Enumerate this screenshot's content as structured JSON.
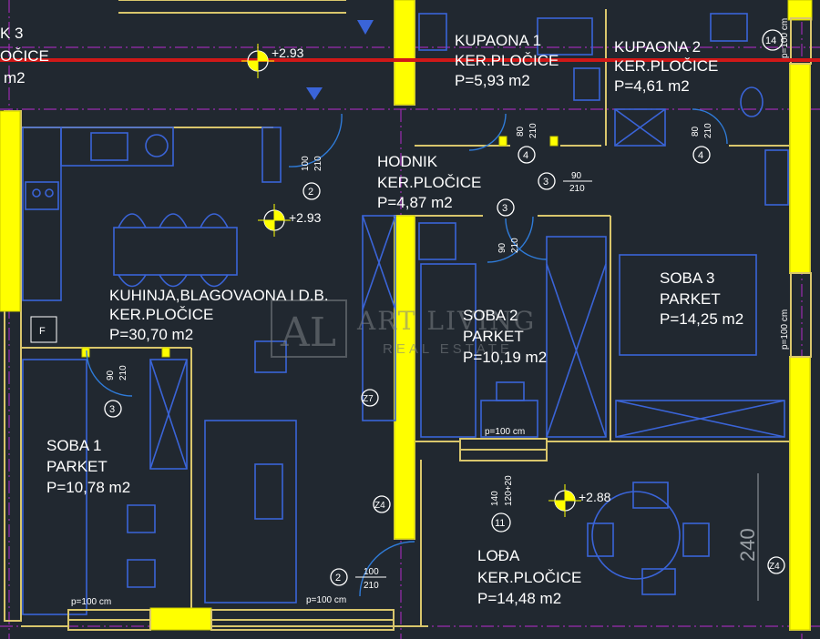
{
  "rooms": {
    "room_k3": {
      "name": "K 3",
      "finish": "OČICE",
      "area": "m2"
    },
    "kupaona1": {
      "name": "KUPAONA 1",
      "finish": "KER.PLOČICE",
      "area": "P=5,93 m2"
    },
    "kupaona2": {
      "name": "KUPAONA 2",
      "finish": "KER.PLOČICE",
      "area": "P=4,61 m2"
    },
    "hodnik": {
      "name": "HODNIK",
      "finish": "KER.PLOČICE",
      "area": "P=4,87 m2"
    },
    "kuhinja": {
      "name": "KUHINJA,BLAGOVAONA I D.B.",
      "finish": "KER.PLOČICE",
      "area": "P=30,70 m2"
    },
    "soba2": {
      "name": "SOBA 2",
      "finish": "PARKET",
      "area": "P=10,19 m2"
    },
    "soba3": {
      "name": "SOBA 3",
      "finish": "PARKET",
      "area": "P=14,25 m2"
    },
    "soba1": {
      "name": "SOBA 1",
      "finish": "PARKET",
      "area": "P=10,78 m2"
    },
    "loda": {
      "name": "LOĐA",
      "finish": "KER.PLOČICE",
      "area": "P=14,48 m2"
    }
  },
  "levels": {
    "l1": "+2.93",
    "l2": "+2.93",
    "l3": "+2.88"
  },
  "door_tags": {
    "d_k1": {
      "num": "4",
      "w": "80",
      "h": "210"
    },
    "d_k2": {
      "num": "4",
      "w": "80",
      "h": "210"
    },
    "d_entry": {
      "num": "2",
      "w": "100",
      "h": "210"
    },
    "d_hod": {
      "num": "3",
      "w": "90",
      "h": "210"
    },
    "d_s2": {
      "num": "3",
      "w": "90",
      "h": "210"
    },
    "d_s1": {
      "num": "3",
      "w": "90",
      "h": "210"
    },
    "d_bottom": {
      "num": "2",
      "w": "100",
      "h": "210"
    },
    "d_loda": {
      "num": "11",
      "w": "140",
      "h": "120+20"
    }
  },
  "window_tags": {
    "w_mid": "p=100 cm",
    "w_b1": "p=100 cm",
    "w_b2": "p=100 cm",
    "w_r1": "p=100 cm",
    "w_r2": "p=100 cm"
  },
  "wall_tags": {
    "z7": "Z7",
    "z4a": "Z4",
    "z4b": "Z4"
  },
  "fridge_label": "F",
  "grid_marker": "14",
  "dimension": "240",
  "watermark": {
    "logo": "AL",
    "title": "ART LIVING",
    "subtitle": "REAL ESTATE"
  },
  "colors": {
    "background": "#212830",
    "walls": "#d9c66c",
    "columns": "#ffff00",
    "furniture": "#3a64d8",
    "cut_line": "#d01818",
    "grid_axes": "#9b2bb0"
  }
}
